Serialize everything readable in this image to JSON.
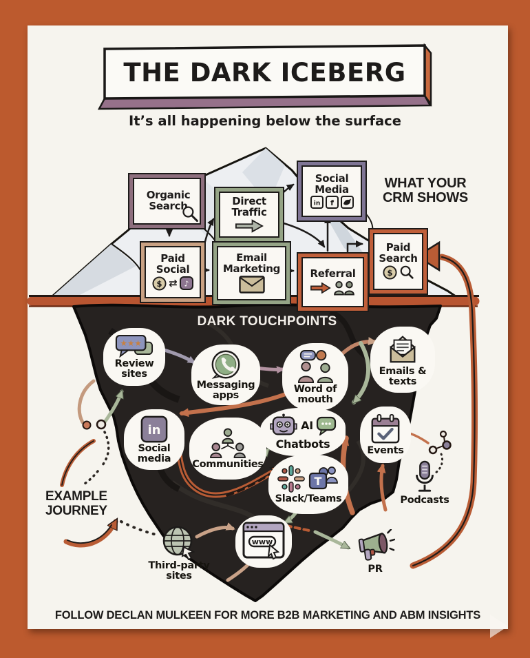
{
  "poster": {
    "title": "THE DARK ICEBERG",
    "subtitle": "It’s all happening below the surface",
    "crm_heading": "WHAT YOUR CRM SHOWS",
    "dark_heading": "DARK TOUCHPOINTS",
    "journey_heading": "EXAMPLE JOURNEY",
    "footer": "FOLLOW DECLAN MULKEEN FOR MORE B2B MARKETING AND ABM INSIGHTS"
  },
  "crm_touchpoints": [
    {
      "label": "Organic Search",
      "icon": "magnifier-icon",
      "border_color": "#8e6f7e"
    },
    {
      "label": "Direct Traffic",
      "icon": "fat-arrow-right-icon",
      "border_color": "#95a486"
    },
    {
      "label": "Social Media",
      "icon": "linkedin-facebook-twitter-icons",
      "border_color": "#7f7595"
    },
    {
      "label": "Paid Social",
      "icon": "dollar-exchange-tiktok-icons",
      "border_color": "#c9a183"
    },
    {
      "label": "Email Marketing",
      "icon": "envelope-icon",
      "border_color": "#95a486"
    },
    {
      "label": "Referral",
      "icon": "arrow-and-people-icon",
      "border_color": "#c05f3a"
    },
    {
      "label": "Paid Search",
      "icon": "dollar-magnifier-icon",
      "border_color": "#c05f3a"
    }
  ],
  "dark_touchpoints": [
    {
      "label": "Review sites",
      "icon": "star-review-bubbles-icon"
    },
    {
      "label": "Messaging apps",
      "icon": "whatsapp-icon"
    },
    {
      "label": "Word of mouth",
      "icon": "people-chat-bubbles-icon"
    },
    {
      "label": "Emails & texts",
      "icon": "open-envelope-icon"
    },
    {
      "label": "Social media",
      "icon": "linkedin-icon"
    },
    {
      "label": "Communities",
      "icon": "people-network-icon"
    },
    {
      "label": "AI Chatbots",
      "label_line1": "AI",
      "label_line2": "Chatbots",
      "icon": "robot-chat-icon"
    },
    {
      "label": "Events",
      "icon": "calendar-check-icon"
    },
    {
      "label": "Slack/Teams",
      "icon": "slack-teams-icons"
    },
    {
      "label": "Podcasts",
      "icon": "microphone-icon"
    },
    {
      "label": "Third-party sites",
      "icon": "globe-cursor-icon"
    },
    {
      "label": "PR",
      "icon": "megaphone-icon"
    },
    {
      "label": "www",
      "icon": "browser-window-icon"
    }
  ],
  "colors": {
    "frame": "#bc5a2e",
    "page": "#f6f4ee",
    "ink": "#1d1b1a",
    "sign_face": "#fbfaf6",
    "sign_bottom": "#96718a",
    "sign_side": "#c8693e",
    "waterline": "#b85531",
    "iceberg_above": "#edeff2",
    "iceberg_below": "#262220",
    "journey_orange": "#b95c35",
    "arrow_sage": "#a9b79a",
    "arrow_tan": "#c9a288",
    "arrow_orange": "#c3714c"
  }
}
